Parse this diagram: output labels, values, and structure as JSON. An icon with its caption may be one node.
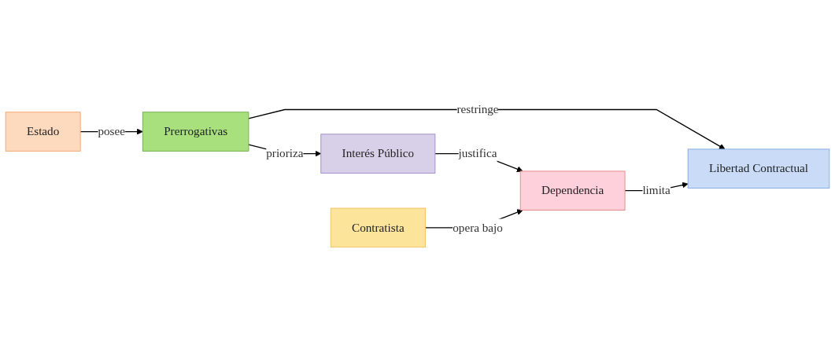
{
  "diagram": {
    "nodes": [
      {
        "text": [
          "Libertad Contractual"
        ]
      },
      {
        "text": [
          "Estado"
        ]
      },
      {
        "text": [
          "Prerrogativas"
        ]
      },
      {
        "text": [
          "Dependencia"
        ]
      },
      {
        "text": [
          "Contratista"
        ]
      },
      {
        "text": [
          "Interés Público"
        ]
      }
    ],
    "edges": [
      {
        "from": 1,
        "to": 2,
        "arrow": "to",
        "label": "posee"
      },
      {
        "from": 2,
        "to": 0,
        "arrow": "to",
        "label": "restringe"
      },
      {
        "from": 2,
        "to": 5,
        "arrow": "to",
        "label": "prioriza"
      },
      {
        "from": 5,
        "to": 3,
        "arrow": "to",
        "label": "justifica"
      },
      {
        "from": 3,
        "to": 0,
        "arrow": "to",
        "label": "limita"
      },
      {
        "from": 4,
        "to": 3,
        "arrow": "to",
        "label": "opera bajo"
      }
    ]
  }
}
